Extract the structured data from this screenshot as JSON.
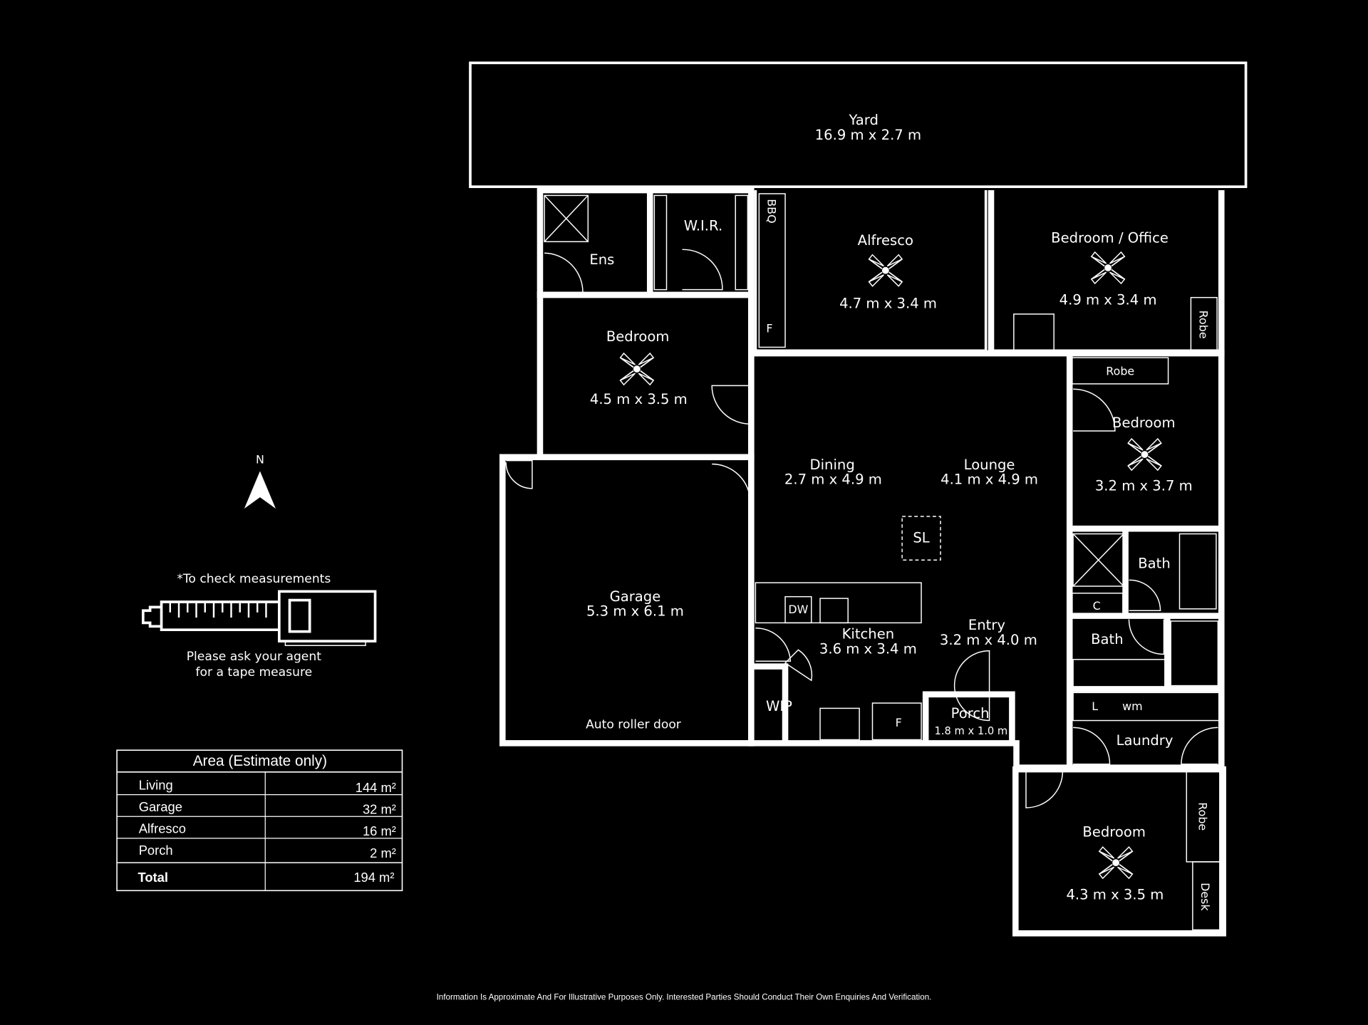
{
  "rooms": {
    "yard": {
      "name": "Yard",
      "dims": "16.9 m x 2.7 m"
    },
    "ens": {
      "name": "Ens"
    },
    "wir": {
      "name": "W.I.R."
    },
    "alfresco": {
      "name": "Alfresco",
      "dims": "4.7 m x 3.4 m"
    },
    "bedroom_office": {
      "name": "Bedroom / Office",
      "dims": "4.9 m x 3.4 m"
    },
    "bedroom_1": {
      "name": "Bedroom",
      "dims": "4.5 m x 3.5 m"
    },
    "bedroom_2": {
      "name": "Bedroom",
      "dims": "3.2 m x 3.7 m"
    },
    "bedroom_3": {
      "name": "Bedroom",
      "dims": "4.3 m x 3.5 m"
    },
    "dining": {
      "name": "Dining",
      "dims": "2.7 m x 4.9 m"
    },
    "lounge": {
      "name": "Lounge",
      "dims": "4.1 m x 4.9 m"
    },
    "garage": {
      "name": "Garage",
      "dims": "5.3 m x 6.1 m",
      "note": "Auto roller door"
    },
    "kitchen": {
      "name": "Kitchen",
      "dims": "3.6 m x 3.4 m"
    },
    "entry": {
      "name": "Entry",
      "dims": "3.2 m x 4.0 m"
    },
    "porch": {
      "name": "Porch",
      "dims": "1.8 m x 1.0 m"
    },
    "wip": {
      "name": "WIP"
    },
    "bath_1": {
      "name": "Bath"
    },
    "bath_2": {
      "name": "Bath"
    },
    "laundry": {
      "name": "Laundry"
    }
  },
  "fixtures": {
    "bbq": "BBQ",
    "fridge_alfresco": "F",
    "robe_office": "Robe",
    "robe_bed2": "Robe",
    "robe_bed3": "Robe",
    "desk": "Desk",
    "sl": "SL",
    "dw": "DW",
    "fridge_kitchen": "F",
    "cupboard": "C",
    "linen": "L",
    "wm": "wm"
  },
  "compass": {
    "label": "N"
  },
  "tape": {
    "note_top": "*To check measurements",
    "note_line1": "Please ask your agent",
    "note_line2": "for a tape measure"
  },
  "area_table": {
    "title": "Area (Estimate only)",
    "rows": [
      {
        "label": "Living",
        "value": "144 m²"
      },
      {
        "label": "Garage",
        "value": "32 m²"
      },
      {
        "label": "Alfresco",
        "value": "16 m²"
      },
      {
        "label": "Porch",
        "value": "2 m²"
      }
    ],
    "total": {
      "label": "Total",
      "value": "194 m²"
    }
  },
  "disclaimer": "Information Is Approximate And For Illustrative Purposes Only. Interested Parties Should Conduct Their Own Enquiries And Verification."
}
